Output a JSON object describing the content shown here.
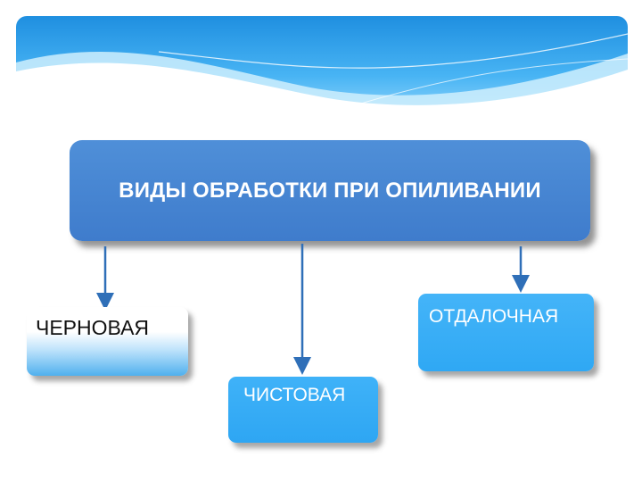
{
  "diagram": {
    "root": {
      "label": "ВИДЫ ОБРАБОТКИ ПРИ ОПИЛИВАНИИ"
    },
    "children": [
      {
        "id": "chernovaya",
        "label": "ЧЕРНОВАЯ"
      },
      {
        "id": "chistovaya",
        "label": "ЧИСТОВАЯ"
      },
      {
        "id": "otdelochnaya",
        "label": "ОТДАЛОЧНАЯ"
      }
    ]
  },
  "colors": {
    "root_fill": "#4384d0",
    "node_fill": "#33aaf5",
    "arrow": "#2f6fb8",
    "banner_blue": "#2a9ae6"
  }
}
